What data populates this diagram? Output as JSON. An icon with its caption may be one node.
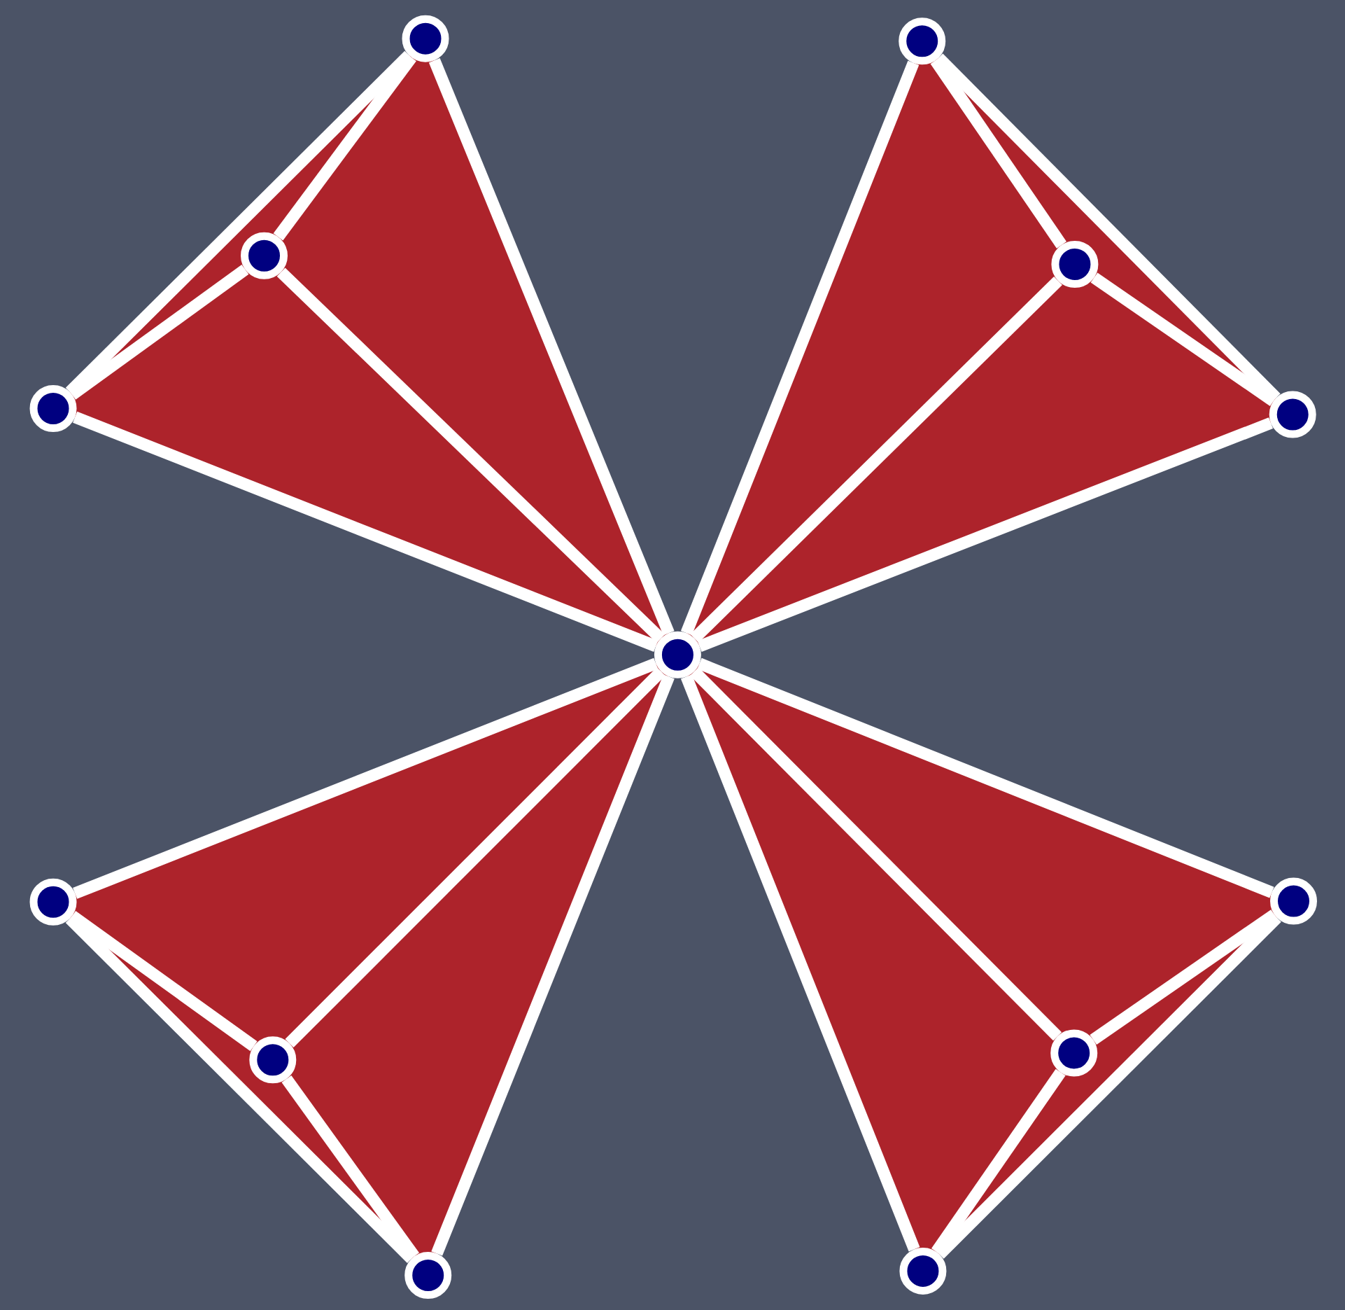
{
  "diagram": {
    "nodes": [
      {
        "text": [],
        "shape": "circle"
      },
      {
        "text": [],
        "shape": "circle"
      },
      {
        "text": [],
        "shape": "circle"
      },
      {
        "text": [],
        "shape": "circle"
      },
      {
        "text": [],
        "shape": "circle"
      },
      {
        "text": [],
        "shape": "circle"
      },
      {
        "text": [],
        "shape": "circle"
      },
      {
        "text": [],
        "shape": "circle"
      },
      {
        "text": [],
        "shape": "circle"
      },
      {
        "text": [],
        "shape": "circle"
      },
      {
        "text": [],
        "shape": "circle"
      },
      {
        "text": [],
        "shape": "circle"
      },
      {
        "text": [],
        "shape": "circle"
      }
    ],
    "edges": [
      {
        "from": 0,
        "to": 2,
        "arrow": "none"
      },
      {
        "from": 2,
        "to": 4,
        "arrow": "none"
      },
      {
        "from": 0,
        "to": 4,
        "arrow": "none"
      },
      {
        "from": 0,
        "to": 6,
        "arrow": "none"
      },
      {
        "from": 2,
        "to": 6,
        "arrow": "none"
      },
      {
        "from": 4,
        "to": 6,
        "arrow": "none"
      },
      {
        "from": 1,
        "to": 3,
        "arrow": "none"
      },
      {
        "from": 3,
        "to": 5,
        "arrow": "none"
      },
      {
        "from": 1,
        "to": 5,
        "arrow": "none"
      },
      {
        "from": 1,
        "to": 6,
        "arrow": "none"
      },
      {
        "from": 3,
        "to": 6,
        "arrow": "none"
      },
      {
        "from": 5,
        "to": 6,
        "arrow": "none"
      },
      {
        "from": 8,
        "to": 10,
        "arrow": "none"
      },
      {
        "from": 10,
        "to": 12,
        "arrow": "none"
      },
      {
        "from": 8,
        "to": 12,
        "arrow": "none"
      },
      {
        "from": 8,
        "to": 6,
        "arrow": "none"
      },
      {
        "from": 10,
        "to": 6,
        "arrow": "none"
      },
      {
        "from": 12,
        "to": 6,
        "arrow": "none"
      },
      {
        "from": 7,
        "to": 9,
        "arrow": "none"
      },
      {
        "from": 9,
        "to": 11,
        "arrow": "none"
      },
      {
        "from": 7,
        "to": 11,
        "arrow": "none"
      },
      {
        "from": 7,
        "to": 6,
        "arrow": "none"
      },
      {
        "from": 9,
        "to": 6,
        "arrow": "none"
      },
      {
        "from": 11,
        "to": 6,
        "arrow": "none"
      }
    ]
  }
}
